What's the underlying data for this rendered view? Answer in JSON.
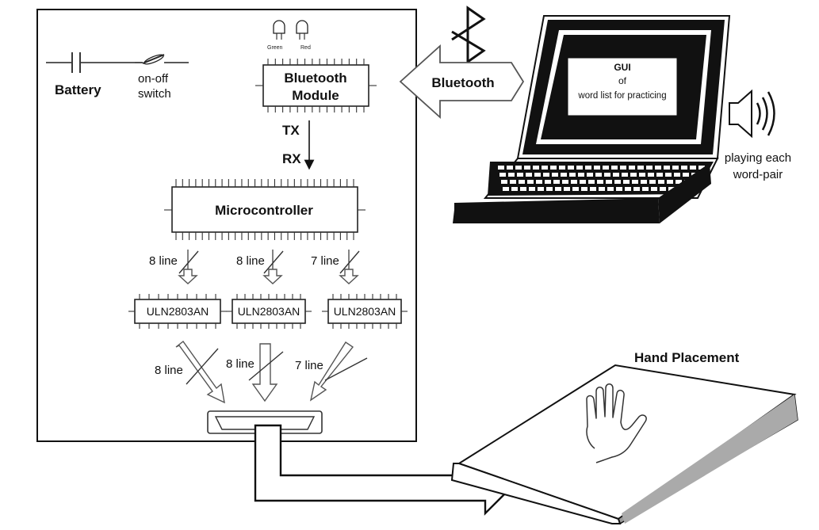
{
  "diagram": {
    "battery": {
      "label": "Battery"
    },
    "switch": {
      "label_line1": "on-off",
      "label_line2": "switch"
    },
    "leds": {
      "green": "Green",
      "red": "Red"
    },
    "bluetooth_module": {
      "line1": "Bluetooth",
      "line2": "Module"
    },
    "signals": {
      "tx": "TX",
      "rx": "RX"
    },
    "microcontroller": {
      "label": "Microcontroller"
    },
    "bus_top": [
      "8 line",
      "8 line",
      "7 line"
    ],
    "drivers": [
      "ULN2803AN",
      "ULN2803AN",
      "ULN2803AN"
    ],
    "bus_bottom": [
      "8 line",
      "8 line",
      "7 line"
    ],
    "bluetooth_link": {
      "label": "Bluetooth"
    },
    "laptop_screen": {
      "line1": "GUI",
      "line2": "of",
      "line3": "word list for practicing"
    },
    "speaker": {
      "line1": "playing each",
      "line2": "word-pair"
    },
    "hand_device": {
      "title": "Hand Placement"
    }
  }
}
